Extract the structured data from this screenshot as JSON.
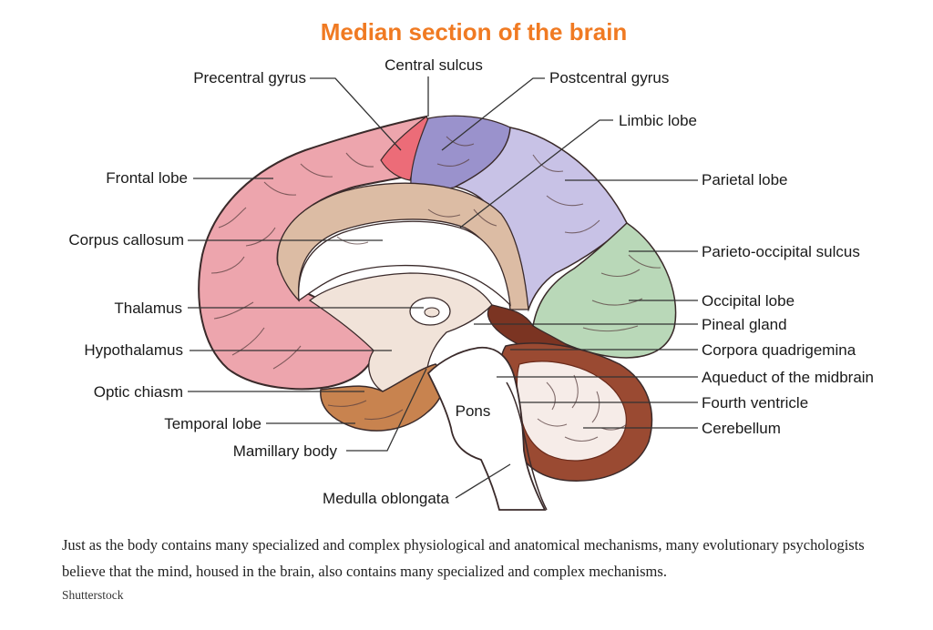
{
  "diagram": {
    "title": "Median section of the brain",
    "labels": {
      "precentral_gyrus": "Precentral gyrus",
      "central_sulcus": "Central sulcus",
      "postcentral_gyrus": "Postcentral gyrus",
      "limbic_lobe": "Limbic lobe",
      "frontal_lobe": "Frontal lobe",
      "parietal_lobe": "Parietal lobe",
      "corpus_callosum": "Corpus callosum",
      "parieto_occipital_sulcus": "Parieto-occipital sulcus",
      "thalamus": "Thalamus",
      "occipital_lobe": "Occipital lobe",
      "pineal_gland": "Pineal gland",
      "hypothalamus": "Hypothalamus",
      "corpora_quadrigemina": "Corpora quadrigemina",
      "aqueduct": "Aqueduct of the midbrain",
      "optic_chiasm": "Optic chiasm",
      "fourth_ventricle": "Fourth ventricle",
      "pons": "Pons",
      "temporal_lobe": "Temporal lobe",
      "cerebellum": "Cerebellum",
      "mamillary_body": "Mamillary body",
      "medulla_oblongata": "Medulla oblongata"
    },
    "colors": {
      "title": "#f07a22",
      "frontal": "#eda5ad",
      "precentral": "#ec6c78",
      "postcentral": "#9a92cc",
      "parietal": "#c8c2e6",
      "occipital": "#b9d8b8",
      "limbic": "#dcbca4",
      "temporal": "#c8834f",
      "midbrain": "#7b3422",
      "cerebellum": "#9a4a32",
      "brainstem": "#ffffff",
      "deep": "#f1e3d9"
    }
  },
  "caption": {
    "text": "Just as the body contains many specialized and complex physiological and anatomical mechanisms, many evolutionary psychologists believe that the mind, housed in the brain, also contains many specialized and complex mechanisms.",
    "credit": "Shutterstock"
  }
}
